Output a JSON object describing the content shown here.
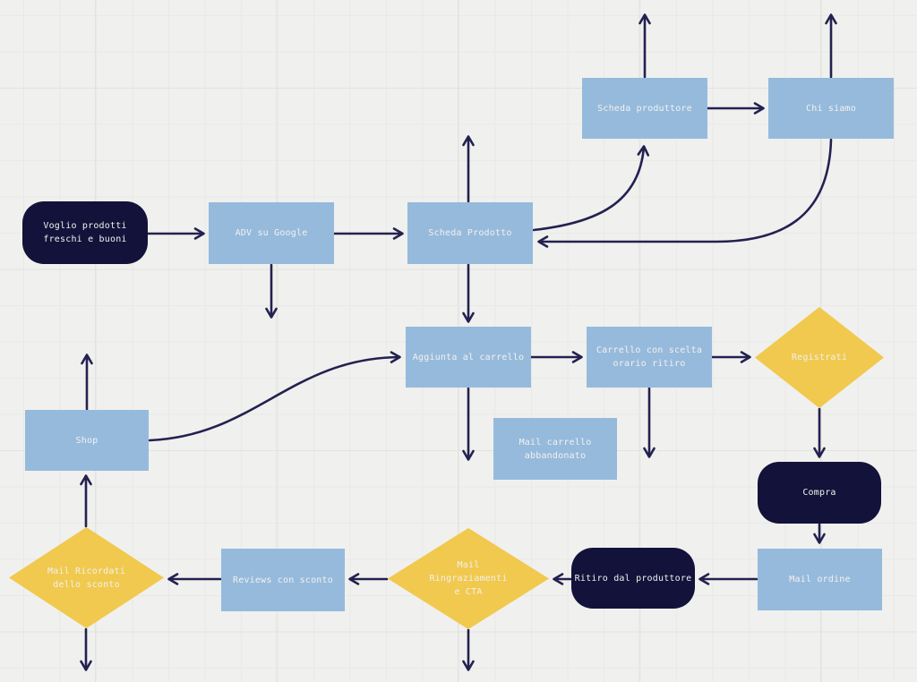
{
  "colors": {
    "background": "#f0f0ee",
    "grid_line": "#e9e9e7",
    "grid_strong": "#e2e2df",
    "node_blue": "#96badc",
    "node_navy": "#12123a",
    "node_yellow": "#f0c94e",
    "arrow": "#232150",
    "label": "#f2f1ee"
  },
  "nodes": {
    "voglio": {
      "label": "Voglio prodotti\nfreschi e buoni"
    },
    "adv": {
      "label": "ADV su Google"
    },
    "scheda_prodotto": {
      "label": "Scheda Prodotto"
    },
    "scheda_produttore": {
      "label": "Scheda produttore"
    },
    "chi_siamo": {
      "label": "Chi siamo"
    },
    "aggiunta": {
      "label": "Aggiunta al carrello"
    },
    "carrello": {
      "label": "Carrello con scelta\norario ritiro"
    },
    "registrati": {
      "label": "Registrati"
    },
    "shop": {
      "label": "Shop"
    },
    "mail_carrello": {
      "label": "Mail carrello\nabbandonato"
    },
    "compra": {
      "label": "Compra"
    },
    "mail_ordine": {
      "label": "Mail ordine"
    },
    "ritiro": {
      "label": "Ritiro dal produttore"
    },
    "mail_ringraziamenti": {
      "label": "Mail\nRingraziamenti\ne CTA"
    },
    "reviews": {
      "label": "Reviews con sconto"
    },
    "mail_ricordati": {
      "label": "Mail Ricordati\ndello sconto"
    }
  }
}
